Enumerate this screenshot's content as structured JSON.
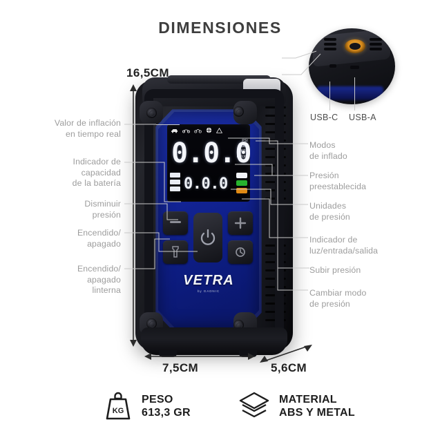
{
  "title": "DIMENSIONES",
  "dimensions": {
    "height": "16,5CM",
    "width": "7,5CM",
    "depth": "5,6CM"
  },
  "inset": {
    "usb_c": "USB-C",
    "usb_a": "USB-A"
  },
  "labels_left": [
    {
      "id": "inflation-value",
      "text": "Valor de inflación\nen tiempo real"
    },
    {
      "id": "battery-indicator",
      "text": "Indicador de\ncapacidad\nde la batería"
    },
    {
      "id": "decrease-pressure",
      "text": "Disminuir\npresión"
    },
    {
      "id": "power-on-off",
      "text": "Encendido/\napagado"
    },
    {
      "id": "flashlight-on-off",
      "text": "Encendido/\napagado\nlinterna"
    }
  ],
  "labels_right": [
    {
      "id": "inflation-modes",
      "text": "Modos\nde inflado"
    },
    {
      "id": "preset-pressure",
      "text": "Presión\npreestablecida"
    },
    {
      "id": "pressure-units",
      "text": "Unidades\nde presión"
    },
    {
      "id": "light-io-indicator",
      "text": "Indicador de\nluz/entrada/salida"
    },
    {
      "id": "increase-pressure",
      "text": "Subir presión"
    },
    {
      "id": "change-pressure-mode",
      "text": "Cambiar modo\nde presión"
    }
  ],
  "device": {
    "brand": "VETRA",
    "brand_sub": "by GADNIC",
    "lcd": {
      "main_value": "0.0.0",
      "sub_value": "0.0.0",
      "units": [
        "PSI",
        "BAR",
        "KPA",
        "kg/cm²"
      ],
      "mode_icons": [
        "car-icon",
        "motorcycle-icon",
        "bicycle-icon",
        "ball-icon",
        "warning-icon"
      ],
      "indicators": [
        "#f0f2f7",
        "#27b32e",
        "#e08a14"
      ]
    },
    "buttons": {
      "power": "power-icon",
      "minus": "minus-icon",
      "plus": "plus-icon",
      "flashlight": "flashlight-icon",
      "mode": "mode-icon"
    }
  },
  "specs": [
    {
      "id": "weight",
      "icon": "weight-kg-icon",
      "line1": "PESO",
      "line2": "613,3 GR"
    },
    {
      "id": "material",
      "icon": "layers-icon",
      "line1": "MATERIAL",
      "line2": "ABS Y METAL"
    }
  ],
  "colors": {
    "title": "#3e3e3e",
    "label": "#9c9c9c",
    "leader": "#c9c9c9",
    "body_blue": "#14269a",
    "accent_orange": "#e08a14"
  }
}
